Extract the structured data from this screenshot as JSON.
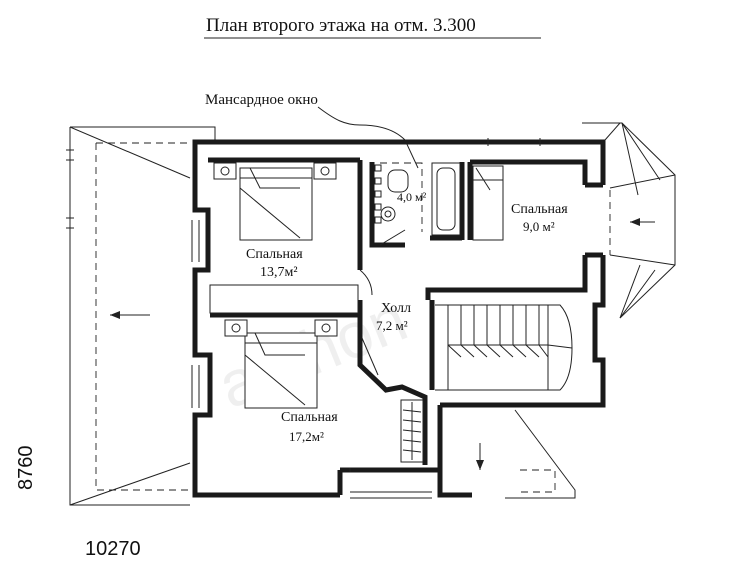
{
  "title": "План второго этажа на отм. 3.300",
  "callout": "Мансардное окно",
  "watermark": "archon",
  "rooms": {
    "bedroom_top_left": {
      "name": "Спальная",
      "area": "13,7м²"
    },
    "bathroom": {
      "area": "4,0 м²"
    },
    "bedroom_right": {
      "name": "Спальная",
      "area": "9,0 м²"
    },
    "hall": {
      "name": "Холл",
      "area": "7,2 м²"
    },
    "bedroom_bottom": {
      "name": "Спальная",
      "area": "17,2м²"
    }
  },
  "dimensions": {
    "width": "10270",
    "height": "8760"
  }
}
